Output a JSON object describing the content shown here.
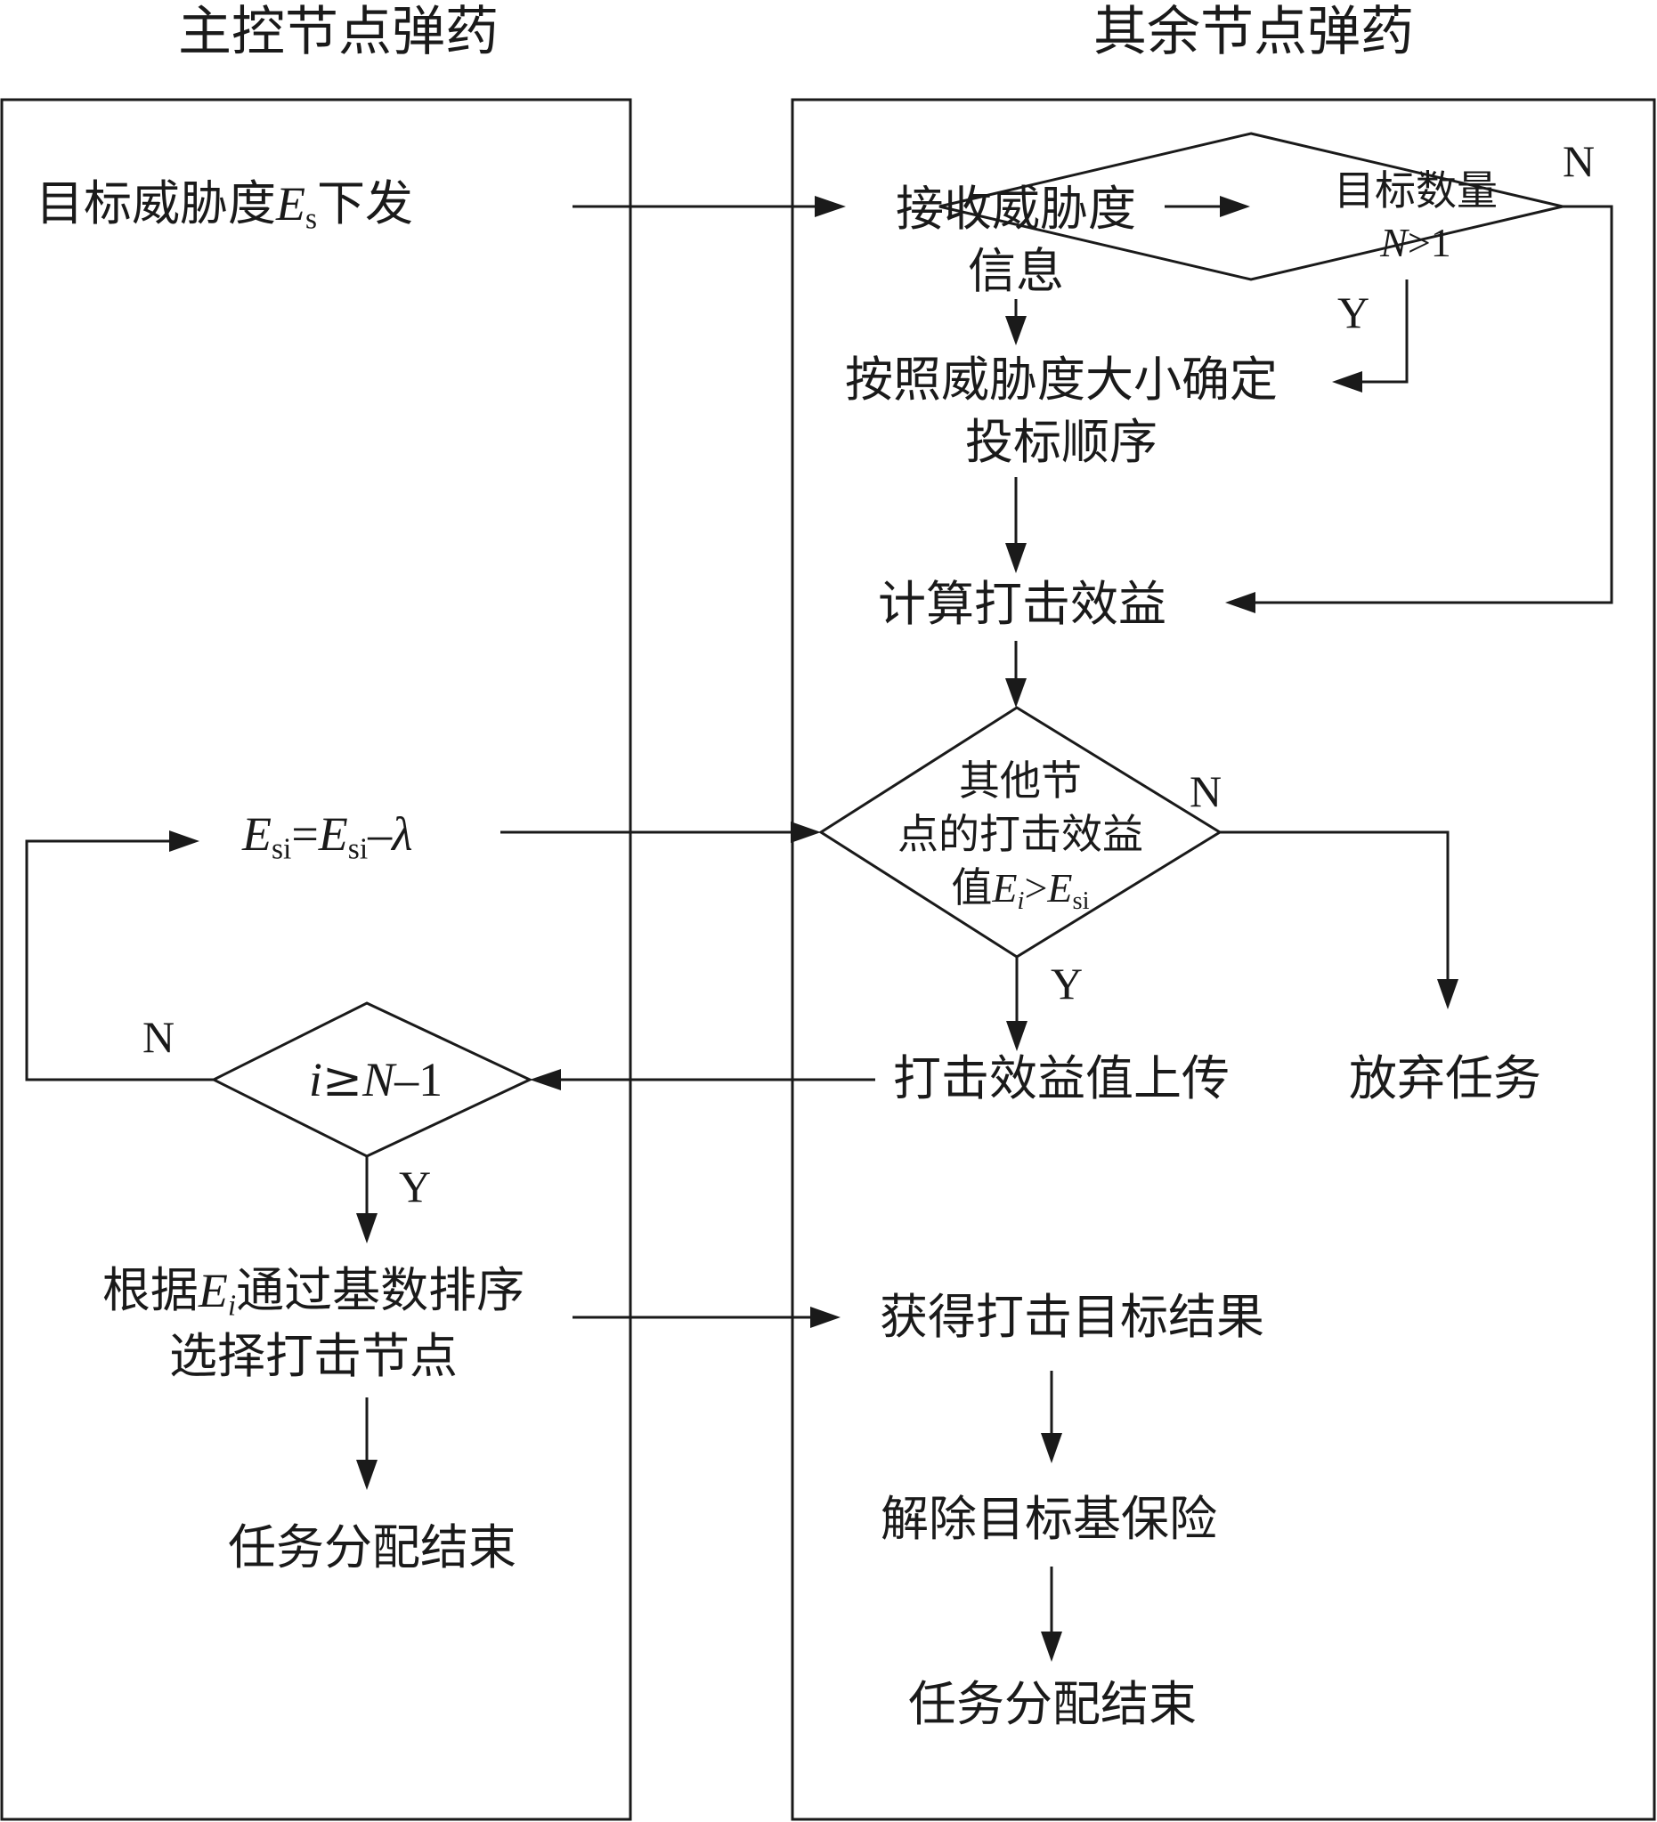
{
  "lanes": {
    "master": "主控节点弹药",
    "others": "其余节点弹药"
  },
  "master": {
    "issue_threat": {
      "prefix": "目标威胁度",
      "var": "E",
      "sub": "s",
      "suffix": "下发"
    },
    "update": {
      "v1": "E",
      "s1": "si",
      "eq": "=",
      "v2": "E",
      "s2": "si",
      "minus": "–",
      "lam": "λ"
    },
    "check": {
      "var_i": "i",
      "op": "≥",
      "var_n": "N",
      "rest": "–1"
    },
    "check_no": "N",
    "check_yes": "Y",
    "select": {
      "pre": "根据",
      "var": "E",
      "sub": "i",
      "post": "通过基数排序",
      "line2": "选择打击节点"
    },
    "end": "任务分配结束"
  },
  "others": {
    "receive": {
      "line1": "接收威胁度",
      "line2": "信息"
    },
    "count_check": {
      "line1": "目标数量",
      "var": "N",
      "op": ">1"
    },
    "count_no": "N",
    "count_yes": "Y",
    "order": {
      "line1": "按照威胁度大小确定",
      "line2": "投标顺序"
    },
    "compute": "计算打击效益",
    "compare": {
      "line1": "其他节",
      "line2": "点的打击效益",
      "pre": "值",
      "v1": "E",
      "s1": "i",
      "op": ">",
      "v2": "E",
      "s2": "si"
    },
    "compare_no": "N",
    "compare_yes": "Y",
    "upload": "打击效益值上传",
    "abandon": "放弃任务",
    "result": "获得打击目标结果",
    "disarm": "解除目标基保险",
    "end": "任务分配结束"
  }
}
